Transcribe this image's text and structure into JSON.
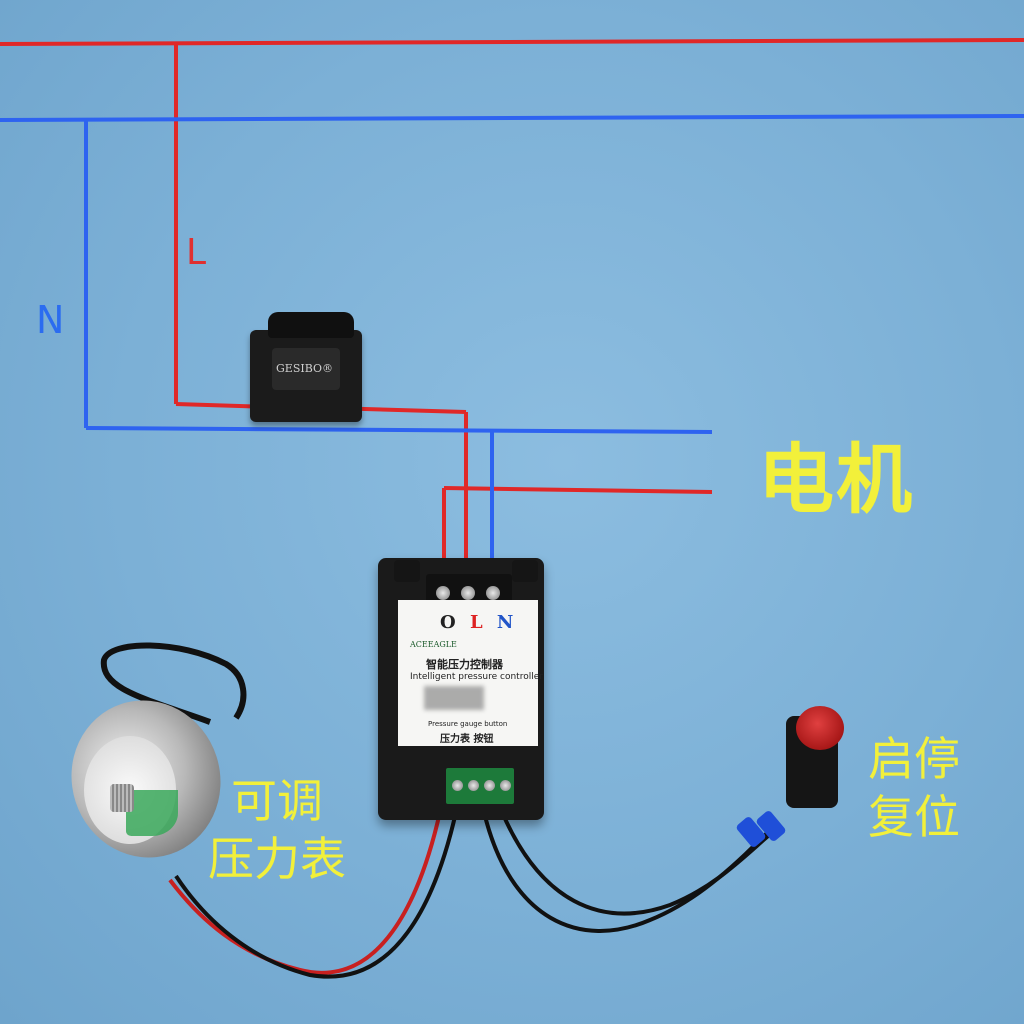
{
  "image": {
    "description_labels": {
      "live_wire": "L",
      "neutral_wire": "N",
      "motor": "电机",
      "gauge_line1": "可调",
      "gauge_line2": "压力表",
      "reset_line1": "启停",
      "reset_line2": "复位"
    },
    "switch": {
      "brand": "GESIBO®"
    },
    "controller": {
      "terminal_O": "O",
      "terminal_L": "L",
      "terminal_N": "N",
      "brand": "ACEEAGLE",
      "title_cn": "智能压力控制器",
      "title_en": "Intelligent pressure controller",
      "port_labels_en": "Pressure gauge    button",
      "port_labels_cn": "压力表  按钮"
    },
    "colors": {
      "live": "#e02828",
      "neutral": "#2e63f0",
      "label_yellow": "#f2f03a"
    }
  }
}
